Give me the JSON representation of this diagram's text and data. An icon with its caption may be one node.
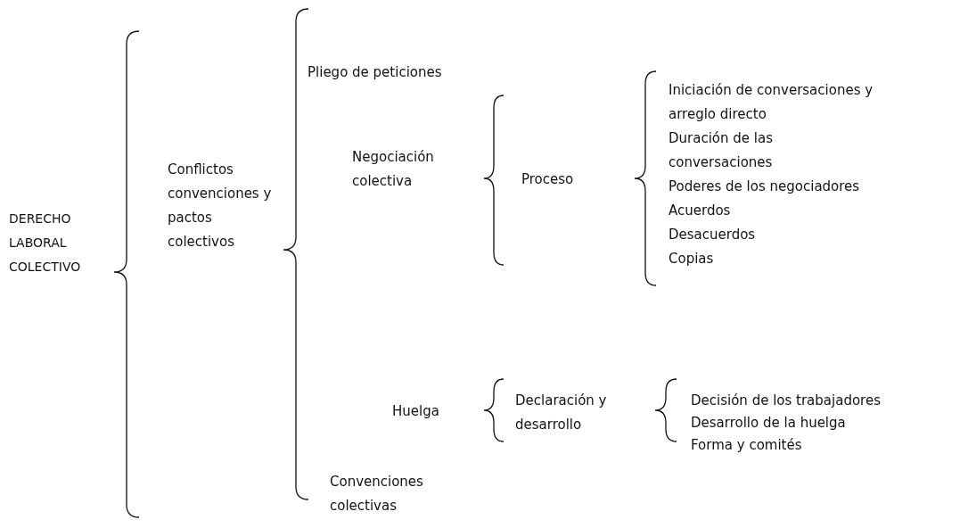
{
  "diagram": {
    "labels": [
      "DERECHO LABORAL COLECTIVO",
      "Conflictos convenciones y pactos colectivos",
      "Pliego de peticiones",
      "Negociación colectiva",
      "Proceso",
      "Iniciación de conversaciones y arreglo directo",
      "Duración de las conversaciones",
      "Poderes de los negociadores",
      "Acuerdos",
      "Desacuerdos",
      "Copias",
      "Huelga",
      "Declaración y desarrollo",
      "Decisión de los trabajadores",
      "Desarrollo de la huelga",
      "Forma y comités",
      "Convenciones colectivas"
    ]
  }
}
